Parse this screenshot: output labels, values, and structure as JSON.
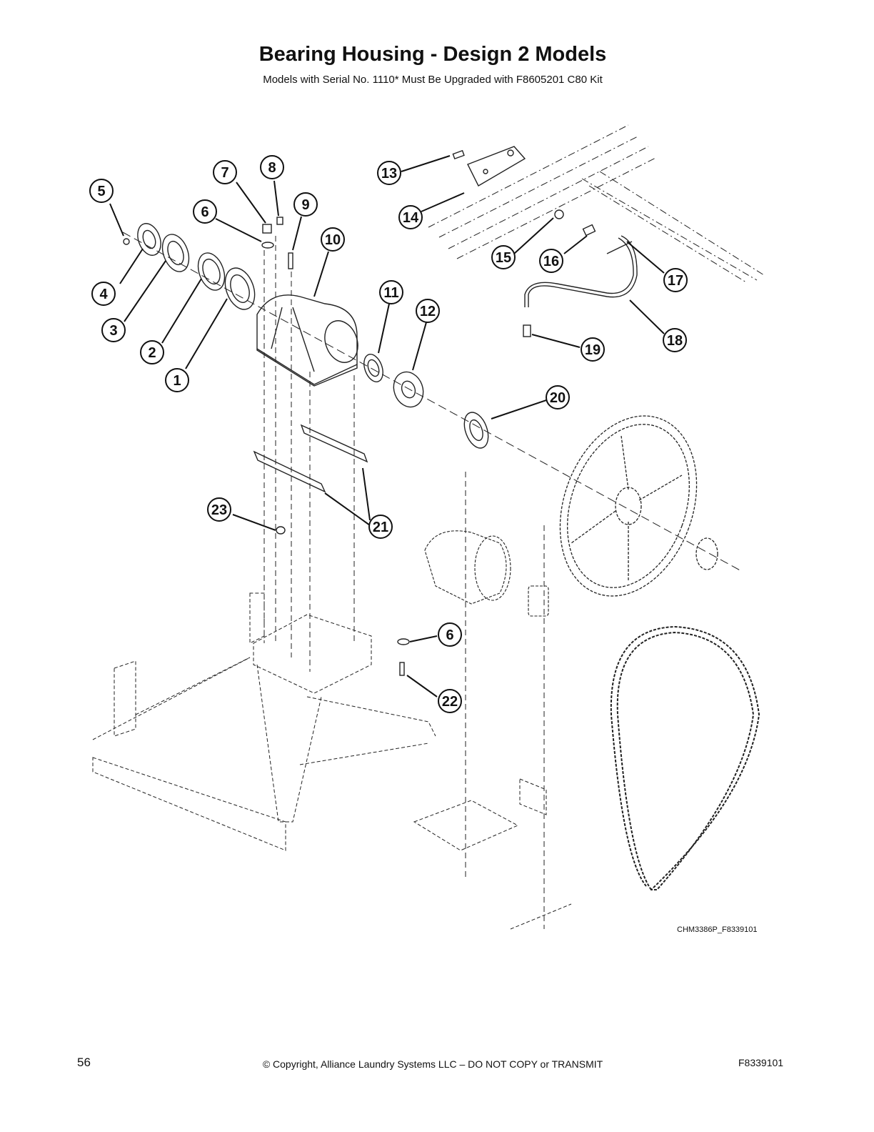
{
  "header": {
    "title": "Bearing Housing - Design 2 Models",
    "subtitle": "Models with Serial No. 1110* Must Be Upgraded with F8605201 C80 Kit"
  },
  "diagram": {
    "callouts": [
      "1",
      "2",
      "3",
      "4",
      "5",
      "6",
      "7",
      "8",
      "9",
      "10",
      "11",
      "12",
      "13",
      "14",
      "15",
      "16",
      "17",
      "18",
      "19",
      "20",
      "21",
      "22",
      "23",
      "6"
    ],
    "drawing_id": "CHM3386P_F8339101"
  },
  "footer": {
    "page_number": "56",
    "copyright": "© Copyright, Alliance Laundry Systems LLC – DO NOT COPY or TRANSMIT",
    "doc_code": "F8339101"
  }
}
